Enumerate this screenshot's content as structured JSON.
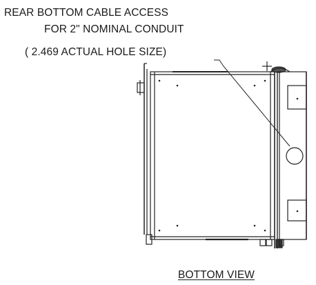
{
  "annotation": {
    "line1": "REAR BOTTOM CABLE ACCESS",
    "line2": "FOR 2\" NOMINAL CONDUIT",
    "line3": "( 2.469 ACTUAL HOLE SIZE)"
  },
  "view_title": "BOTTOM VIEW"
}
